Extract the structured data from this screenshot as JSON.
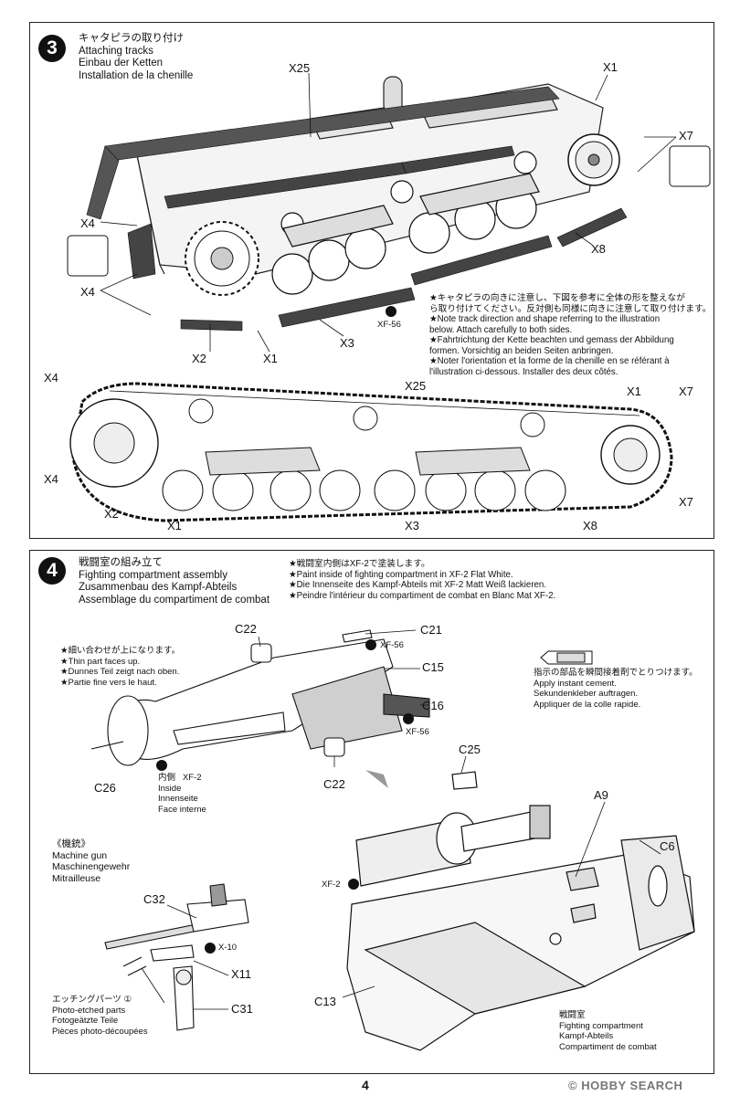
{
  "step3": {
    "number": "3",
    "title": [
      "キャタピラの取り付け",
      "Attaching tracks",
      "Einbau der Ketten",
      "Installation de la chenille"
    ],
    "labels": {
      "x25_top": "X25",
      "x1_top": "X1",
      "x7_top": "X7",
      "x4_a": "X4",
      "x4_b": "X4",
      "x8": "X8",
      "x2": "X2",
      "x1_mid": "X1",
      "x3": "X3",
      "paint": "XF-56",
      "x4_c": "X4",
      "x4_d": "X4",
      "x25_side": "X25",
      "x1_side": "X1",
      "x7_side": "X7",
      "x7_side2": "X7",
      "x2_side": "X2",
      "x1_side2": "X1",
      "x3_side": "X3",
      "x8_side": "X8"
    },
    "note": [
      "★キャタピラの向きに注意し、下図を参考に全体の形を整えなが",
      "ら取り付けてください。反対側も同様に向きに注意して取り付けます。",
      "★Note track direction and shape referring to the illustration",
      "below. Attach carefully to both sides.",
      "★Fahrtrichtung der Kette beachten und gemass der Abbildung",
      "formen. Vorsichtig an beiden Seiten anbringen.",
      "★Noter l'orientation et la forme de la chenille en se référant à",
      "l'illustration ci-dessous. Installer des deux côtés."
    ]
  },
  "step4": {
    "number": "4",
    "title": [
      "戦闘室の組み立て",
      "Fighting compartment assembly",
      "Zusammenbau des Kampf-Abteils",
      "Assemblage du compartiment de combat"
    ],
    "paint_note": [
      "★戦闘室内側はXF-2で塗装します。",
      "★Paint inside of fighting compartment in XF-2 Flat White.",
      "★Die Innenseite des Kampf-Abteils mit XF-2 Matt Weiß lackieren.",
      "★Peindre l'intérieur du compartiment de combat en Blanc Mat XF-2."
    ],
    "thin_note": [
      "★細い合わせが上になります。",
      "★Thin part faces up.",
      "★Dunnes Teil zeigt nach oben.",
      "★Partie fine vers le haut."
    ],
    "cement_note": [
      "指示の部品を瞬間接着剤でとりつけます。",
      "Apply instant cement.",
      "Sekundenkleber auftragen.",
      "Appliquer de la colle rapide."
    ],
    "inside": {
      "code": "XF-2",
      "lines": [
        "内側",
        "Inside",
        "Innenseite",
        "Face interne"
      ]
    },
    "labels": {
      "c22_top": "C22",
      "c21": "C21",
      "xf56_a": "XF-56",
      "c15": "C15",
      "c16": "C16",
      "xf56_b": "XF-56",
      "c26": "C26",
      "c22_bot": "C22",
      "c25": "C25",
      "a9": "A9",
      "c6": "C6",
      "xf2": "XF-2",
      "c32": "C32",
      "x10": "X-10",
      "x11": "X11",
      "c31": "C31",
      "c13": "C13"
    },
    "mg": [
      "《機銃》",
      "Machine gun",
      "Maschinengewehr",
      "Mitrailleuse"
    ],
    "etched": [
      "エッチングパーツ ①",
      "Photo-etched parts",
      "Fotogeätzte Teile",
      "Pièces photo-découpées"
    ],
    "compartment": [
      "戦闘室",
      "Fighting compartment",
      "Kampf-Abteils",
      "Compartiment de combat"
    ]
  },
  "page_number": "4",
  "watermark": "HOBBY SEARCH"
}
